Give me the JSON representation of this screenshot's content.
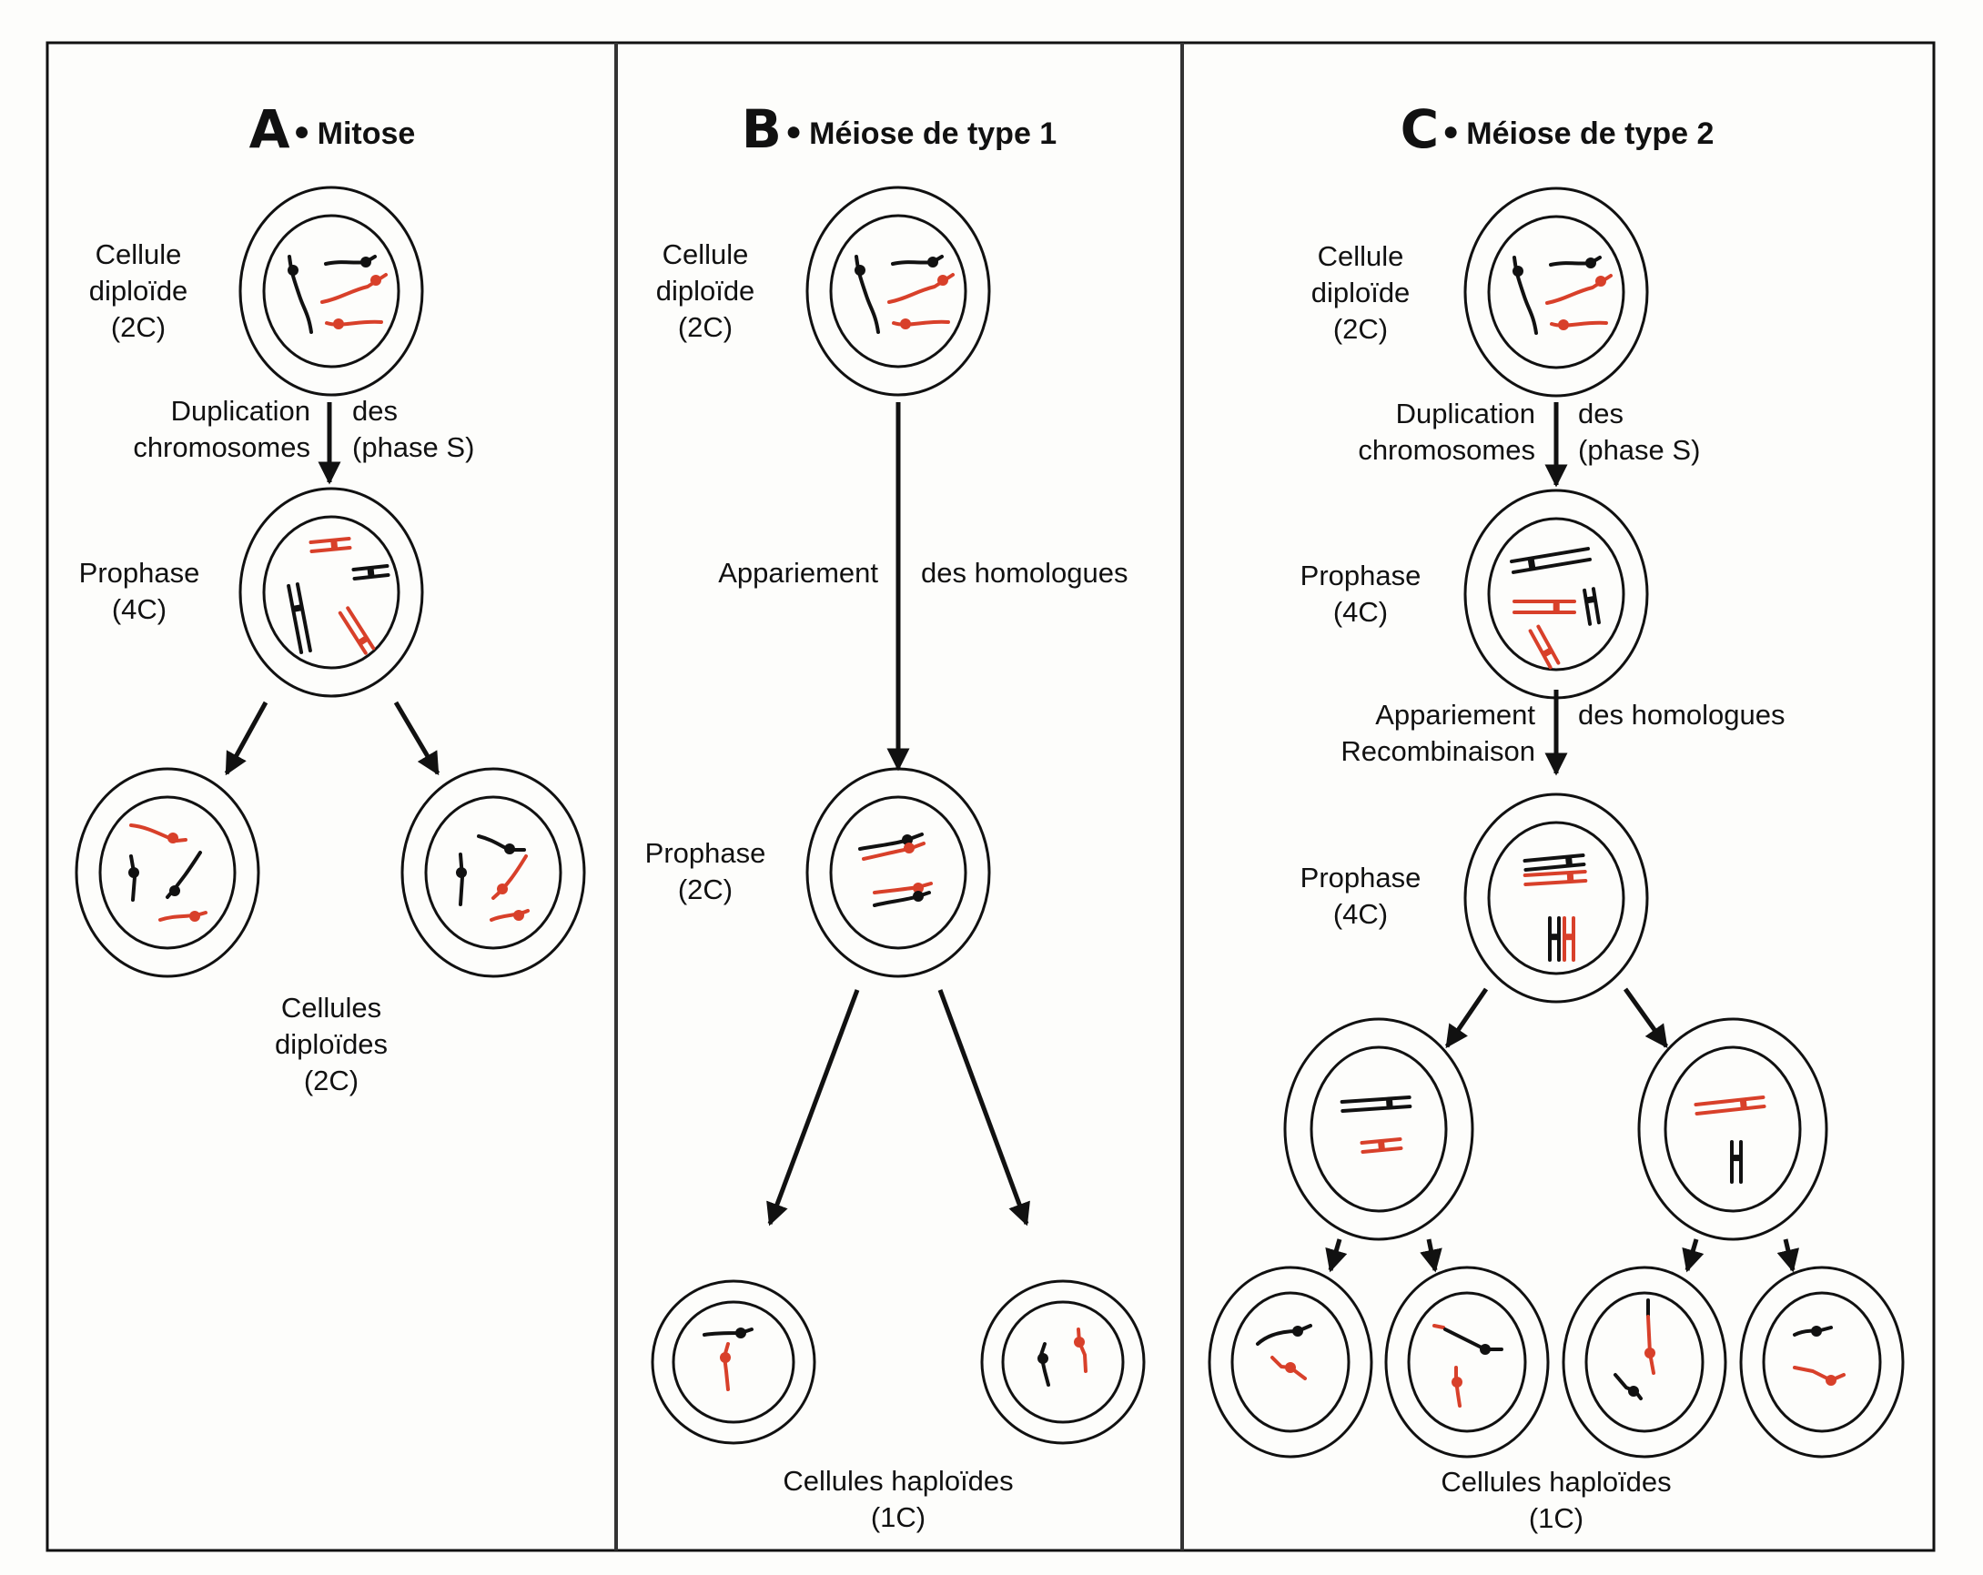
{
  "colors": {
    "ink": "#111111",
    "paternal_chromosome": "#111111",
    "maternal_chromosome": "#d8402a",
    "background": "#fdfdfb"
  },
  "panels": [
    {
      "letter": "A",
      "title": "Mitose",
      "labels": {
        "cell_start": [
          "Cellule",
          "diploïde",
          "(2C)"
        ],
        "step1_left": [
          "Duplication",
          "chromosomes"
        ],
        "step1_right": [
          "des",
          "(phase S)"
        ],
        "prophase": [
          "Prophase",
          "(4C)"
        ],
        "result": [
          "Cellules",
          "diploïdes",
          "(2C)"
        ]
      },
      "cells": [
        "diploid 2C",
        "prophase 4C",
        "daughter diploid 2C",
        "daughter diploid 2C"
      ]
    },
    {
      "letter": "B",
      "title": "Méiose de type 1",
      "labels": {
        "cell_start": [
          "Cellule",
          "diploïde",
          "(2C)"
        ],
        "step1_left": "Appariement",
        "step1_right": "des homologues",
        "prophase": [
          "Prophase",
          "(2C)"
        ],
        "result": [
          "Cellules haploïdes",
          "(1C)"
        ]
      },
      "cells": [
        "diploid 2C",
        "prophase 2C",
        "haploid 1C",
        "haploid 1C"
      ]
    },
    {
      "letter": "C",
      "title": "Méiose de type 2",
      "labels": {
        "cell_start": [
          "Cellule",
          "diploïde",
          "(2C)"
        ],
        "step1_left": [
          "Duplication",
          "chromosomes"
        ],
        "step1_right": [
          "des",
          "(phase S)"
        ],
        "prophase1": [
          "Prophase",
          "(4C)"
        ],
        "step2_left": [
          "Appariement",
          "Recombinaison"
        ],
        "step2_right": "des homologues",
        "prophase2": [
          "Prophase",
          "(4C)"
        ],
        "result": [
          "Cellules haploïdes",
          "(1C)"
        ]
      },
      "cells": [
        "diploid 2C",
        "prophase 4C",
        "prophase 4C paired",
        "secondary cell",
        "secondary cell",
        "haploid 1C",
        "haploid 1C",
        "haploid 1C",
        "haploid 1C"
      ]
    }
  ]
}
